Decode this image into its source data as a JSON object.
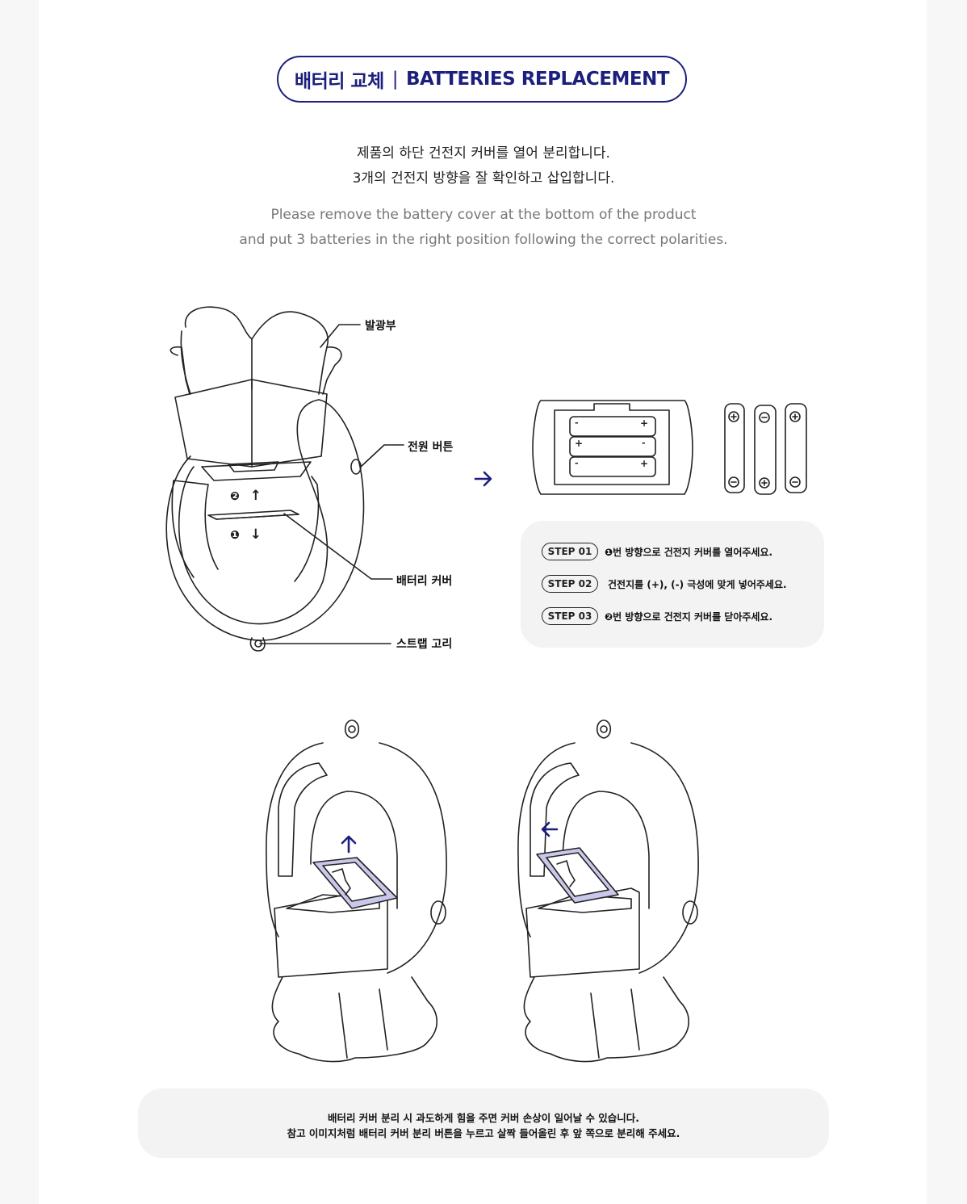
{
  "header": {
    "title_ko": "배터리 교체",
    "separator": "|",
    "title_en": "BATTERIES REPLACEMENT"
  },
  "intro": {
    "ko": [
      "제품의 하단 건전지 커버를 열어 분리합니다.",
      "3개의 건전지 방향을 잘 확인하고 삽입합니다."
    ],
    "en": [
      "Please remove the battery cover at the bottom of the product",
      "and put 3 batteries in the right position following the correct polarities."
    ]
  },
  "diagram": {
    "labels": {
      "glow": "발광부",
      "power": "전원 버튼",
      "cover": "배터리 커버",
      "strap": "스트랩 고리"
    },
    "markers": {
      "two": "❷",
      "one": "❶",
      "up": "↑",
      "down": "↓"
    },
    "polarity": {
      "minus": "-",
      "plus": "+"
    }
  },
  "steps": [
    {
      "badge": "STEP 01",
      "text": "❶번 방향으로 건전지 커버를 열어주세요."
    },
    {
      "badge": "STEP 02",
      "text": "건전지를 (+), (-) 극성에 맞게 넣어주세요."
    },
    {
      "badge": "STEP 03",
      "text": "❷번 방향으로 건전지 커버를 닫아주세요."
    }
  ],
  "notice": [
    "배터리 커버 분리 시 과도하게 힘을 주면 커버 손상이 일어날 수 있습니다.",
    "참고 이미지처럼 배터리 커버 분리 버튼을 누르고 살짝 들어올린 후 앞 쪽으로 분리해 주세요."
  ],
  "colors": {
    "accent": "#1c1f7d",
    "line": "#222222",
    "panel": "#f3f3f4",
    "cover_tint": "#c9c8ea"
  }
}
